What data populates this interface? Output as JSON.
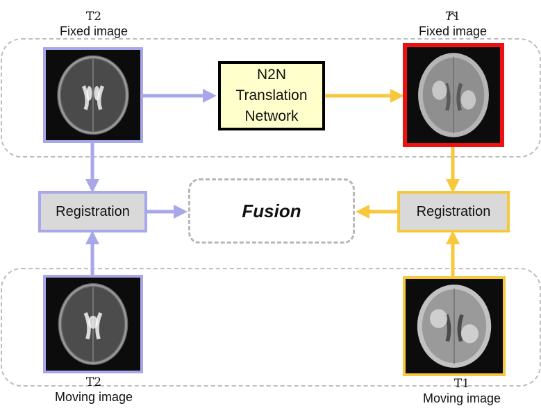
{
  "top_left": {
    "modality": "T2",
    "role": "Fixed image"
  },
  "top_right": {
    "modality_hat": "T",
    "modality_num": "1",
    "role": "Fixed image"
  },
  "bottom_left": {
    "modality": "T2",
    "role": "Moving image"
  },
  "bottom_right": {
    "modality": "T1",
    "role": "Moving image"
  },
  "network": {
    "line1": "N2N",
    "line2": "Translation",
    "line3": "Network"
  },
  "registration_left": "Registration",
  "registration_right": "Registration",
  "fusion": "Fusion",
  "colors": {
    "blue_path": "#a7a7ea",
    "yellow_path": "#f7c83c",
    "highlight_border": "#ee1111",
    "dashed": "#bdbdbd"
  }
}
